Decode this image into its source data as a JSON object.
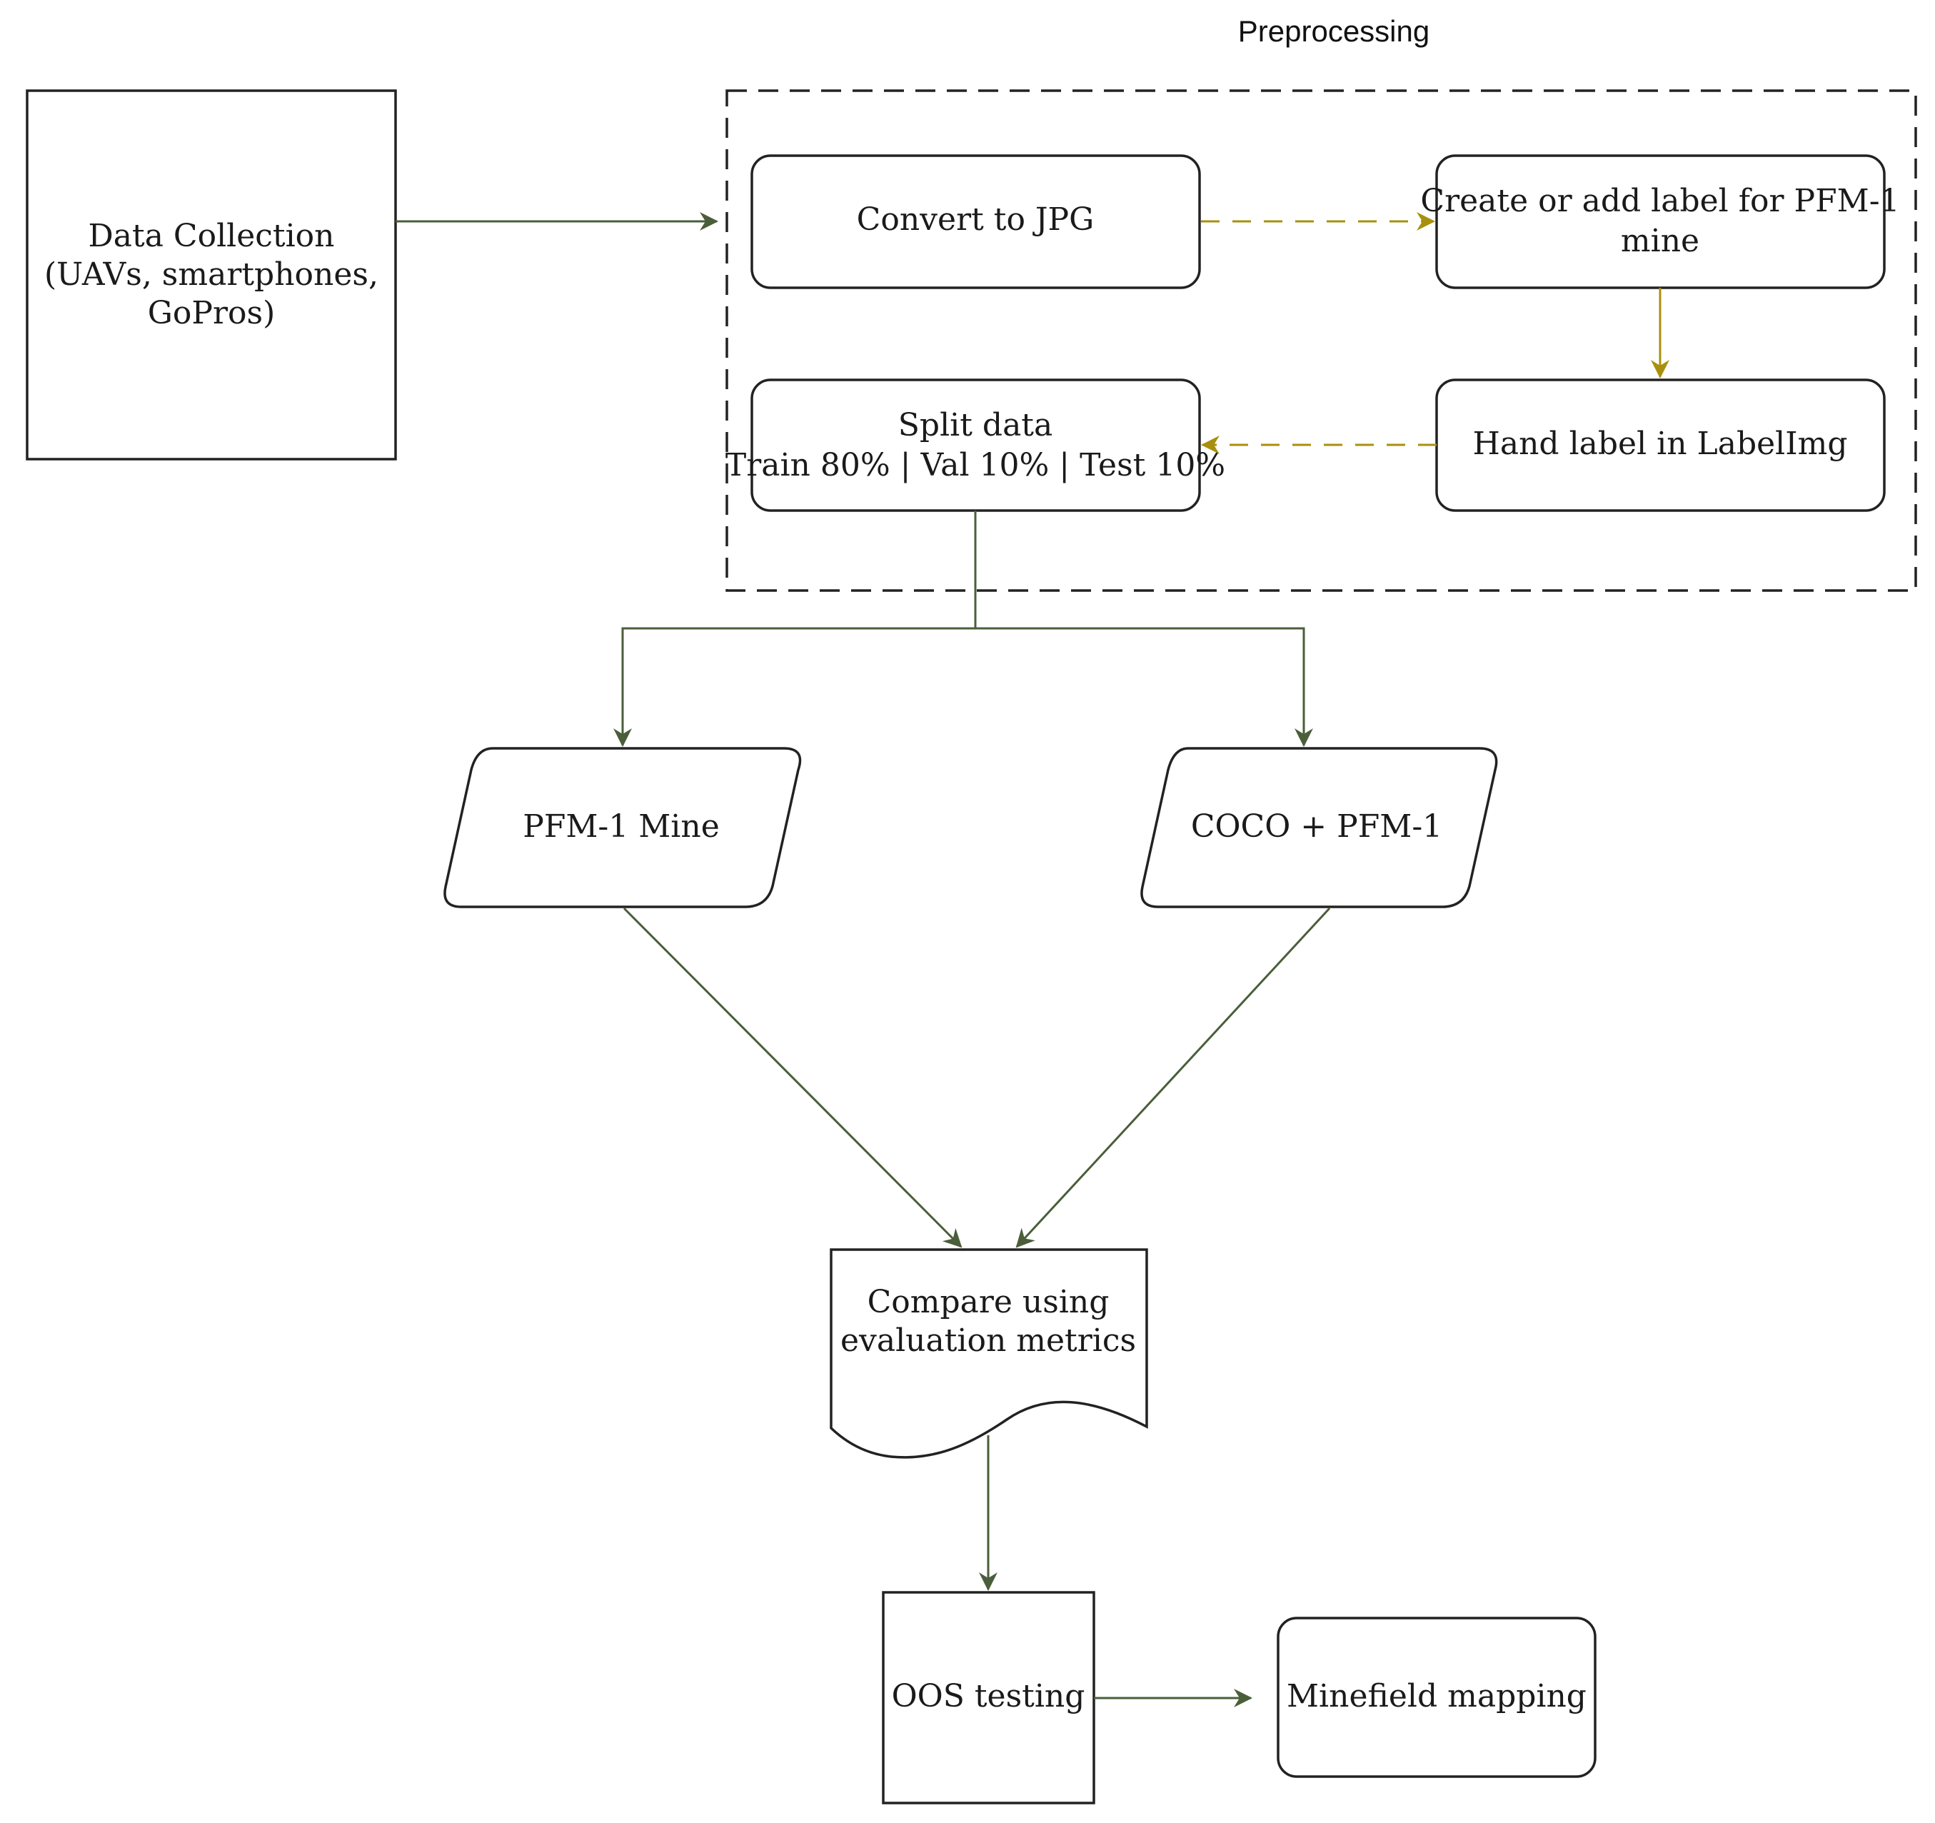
{
  "title": "Preprocessing",
  "nodes": {
    "data_collection": [
      "Data Collection",
      "(UAVs, smartphones,",
      "GoPros)"
    ],
    "convert_jpg": [
      "Convert to JPG"
    ],
    "create_label": [
      "Create or add label for PFM-1",
      "mine"
    ],
    "hand_label": [
      "Hand label in LabelImg"
    ],
    "split_data": [
      "Split data",
      "Train 80% | Val 10% | Test 10%"
    ],
    "pfm1_mine": [
      "PFM-1 Mine"
    ],
    "coco_pfm1": [
      "COCO + PFM-1"
    ],
    "compare": [
      "Compare using",
      "evaluation metrics"
    ],
    "oos_testing": [
      "OOS testing"
    ],
    "minefield": [
      "Minefield mapping"
    ]
  },
  "colors": {
    "solid_arrow": "#4a5e3a",
    "dashed_arrow": "#a8900e",
    "box_stroke": "#222222"
  }
}
